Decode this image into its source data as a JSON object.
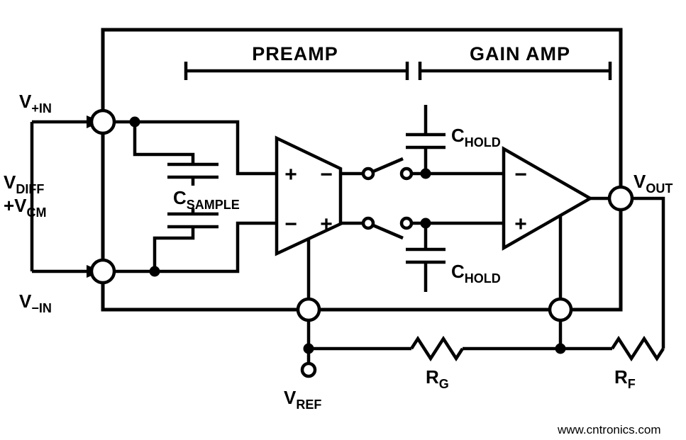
{
  "sections": {
    "preamp_label": "PREAMP",
    "gain_amp_label": "GAIN AMP"
  },
  "ports": {
    "v_plus_in": {
      "base": "V",
      "sub": "+IN"
    },
    "v_diff": {
      "base": "V",
      "sub": "DIFF"
    },
    "v_cm": {
      "base": "+V",
      "sub": "CM"
    },
    "v_minus_in": {
      "base": "V",
      "sub": "−IN"
    },
    "v_out": {
      "base": "V",
      "sub": "OUT"
    },
    "v_ref": {
      "base": "V",
      "sub": "REF"
    }
  },
  "components": {
    "c_sample": {
      "base": "C",
      "sub": "SAMPLE"
    },
    "c_hold_top": {
      "base": "C",
      "sub": "HOLD"
    },
    "c_hold_bottom": {
      "base": "C",
      "sub": "HOLD"
    },
    "r_g": {
      "base": "R",
      "sub": "G"
    },
    "r_f": {
      "base": "R",
      "sub": "F"
    }
  },
  "pins": {
    "preamp_in_top": "+",
    "preamp_in_bottom": "−",
    "preamp_out_top": "−",
    "preamp_out_bottom": "+",
    "gain_in_top": "−",
    "gain_in_bottom": "+"
  },
  "watermark": {
    "text": "www.cntronics.com",
    "color": "#a3cf49"
  },
  "colors": {
    "line": "#000000",
    "background": "#ffffff"
  }
}
